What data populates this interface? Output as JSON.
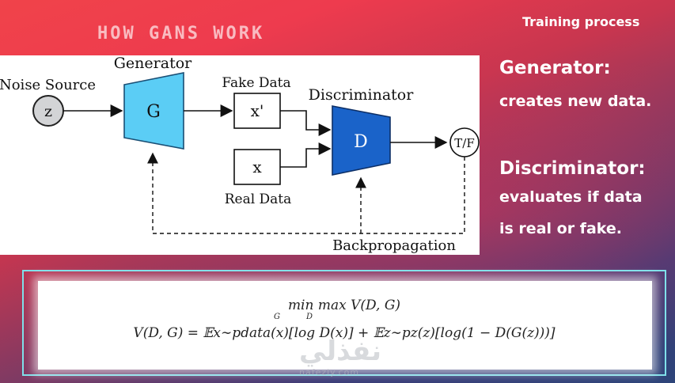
{
  "header": {
    "title": "HOW GANS WORK",
    "top_right": "Training process"
  },
  "diagram": {
    "noise_label": "Noise Source",
    "z_label": "z",
    "generator_label": "Generator",
    "g_label": "G",
    "fake_label": "Fake Data",
    "fake_symbol": "x'",
    "real_symbol": "x",
    "real_label": "Real Data",
    "discriminator_label": "Discriminator",
    "d_label": "D",
    "output_label": "T/F",
    "backprop_label": "Backpropagation"
  },
  "side": {
    "generator_head": "Generator:",
    "generator_body": "creates new data.",
    "disc_head": "Discriminator:",
    "disc_body_1": "evaluates if data",
    "disc_body_2": "is real or fake."
  },
  "formula": {
    "line1": "min max V(D, G)",
    "line1_sub_g": "G",
    "line1_sub_d": "D",
    "line2": "V(D, G) = 𝔼x∼pdata(x)[log D(x)] + 𝔼z∼pz(z)[log(1 − D(G(z)))]"
  },
  "watermark": {
    "arabic": "نفذلي",
    "latin": "nafezly.com"
  },
  "colors": {
    "generator": "#5bcdf5",
    "discriminator": "#1a63c9",
    "z_fill": "#d3d4d6",
    "frame": "#7fe0ea"
  }
}
